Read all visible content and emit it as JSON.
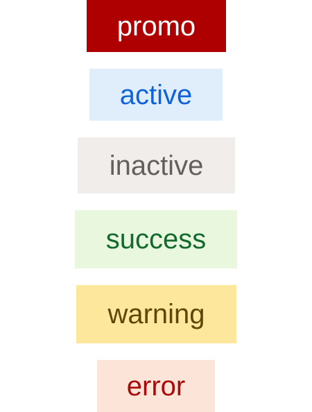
{
  "badges": [
    {
      "id": "promo",
      "label": "promo",
      "background": "#AE0000",
      "color": "#FFFFFF"
    },
    {
      "id": "active",
      "label": "active",
      "background": "#E0EDFB",
      "color": "#0F63D9"
    },
    {
      "id": "inactive",
      "label": "inactive",
      "background": "#F1EDEA",
      "color": "#625F5E"
    },
    {
      "id": "success",
      "label": "success",
      "background": "#E9F7DF",
      "color": "#136A2C"
    },
    {
      "id": "warning",
      "label": "warning",
      "background": "#FDE79D",
      "color": "#5E4606"
    },
    {
      "id": "error",
      "label": "error",
      "background": "#FDE4D9",
      "color": "#A90B0B"
    }
  ]
}
